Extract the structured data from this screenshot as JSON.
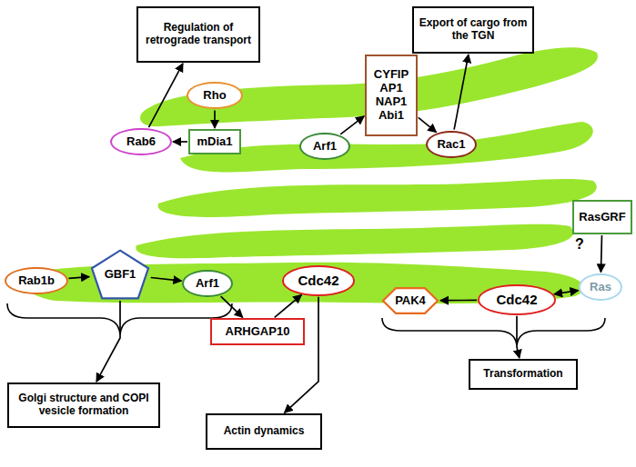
{
  "diagram": {
    "nodes": [
      {
        "text": [
          "Regulation of retrograde transport"
        ]
      },
      {
        "text": [
          "Export of cargo from the TGN"
        ]
      },
      {
        "text": [
          "Rho"
        ]
      },
      {
        "text": [
          "CYFIP AP1 NAP1 Abi1"
        ]
      },
      {
        "text": [
          "Rab6"
        ]
      },
      {
        "text": [
          "mDia1"
        ]
      },
      {
        "text": [
          "Arf1"
        ]
      },
      {
        "text": [
          "Rac1"
        ]
      },
      {
        "text": [
          "RasGRF"
        ]
      },
      {
        "text": [
          "Rab1b"
        ]
      },
      {
        "text": [
          "GBF1"
        ]
      },
      {
        "text": [
          "Arf1"
        ]
      },
      {
        "text": [
          "Cdc42"
        ]
      },
      {
        "text": [
          "Ras"
        ]
      },
      {
        "text": [
          "Cdc42"
        ]
      },
      {
        "text": [
          "PAK4"
        ]
      },
      {
        "text": [
          "ARHGAP10"
        ]
      },
      {
        "text": [
          "Golgi structure and COPI vesicle formation"
        ]
      },
      {
        "text": [
          "Actin dynamics"
        ]
      },
      {
        "text": [
          "Transformation"
        ]
      }
    ],
    "edges": [
      {
        "from": 2,
        "to": 5,
        "arrow": "to"
      },
      {
        "from": 5,
        "to": 4,
        "arrow": "to"
      },
      {
        "from": 4,
        "to": 0,
        "arrow": "to"
      },
      {
        "from": 6,
        "to": 3,
        "arrow": "to"
      },
      {
        "from": 3,
        "to": 7,
        "arrow": "to"
      },
      {
        "from": 7,
        "to": 1,
        "arrow": "to"
      },
      {
        "from": 9,
        "to": 10,
        "arrow": "to"
      },
      {
        "from": 10,
        "to": 11,
        "arrow": "to"
      },
      {
        "from": 11,
        "to": 16,
        "arrow": "to"
      },
      {
        "from": 16,
        "to": 12,
        "arrow": "to"
      },
      {
        "from": 12,
        "to": 18,
        "arrow": "to"
      },
      {
        "from": 14,
        "to": 15,
        "arrow": "to"
      },
      {
        "from": 14,
        "to": 13,
        "arrow": "both"
      },
      {
        "from": 8,
        "to": 13,
        "label": "?",
        "arrow": "to"
      },
      {
        "from": 10,
        "to": 17,
        "arrow": "to"
      },
      {
        "from": 14,
        "to": 19,
        "arrow": "to"
      }
    ]
  }
}
